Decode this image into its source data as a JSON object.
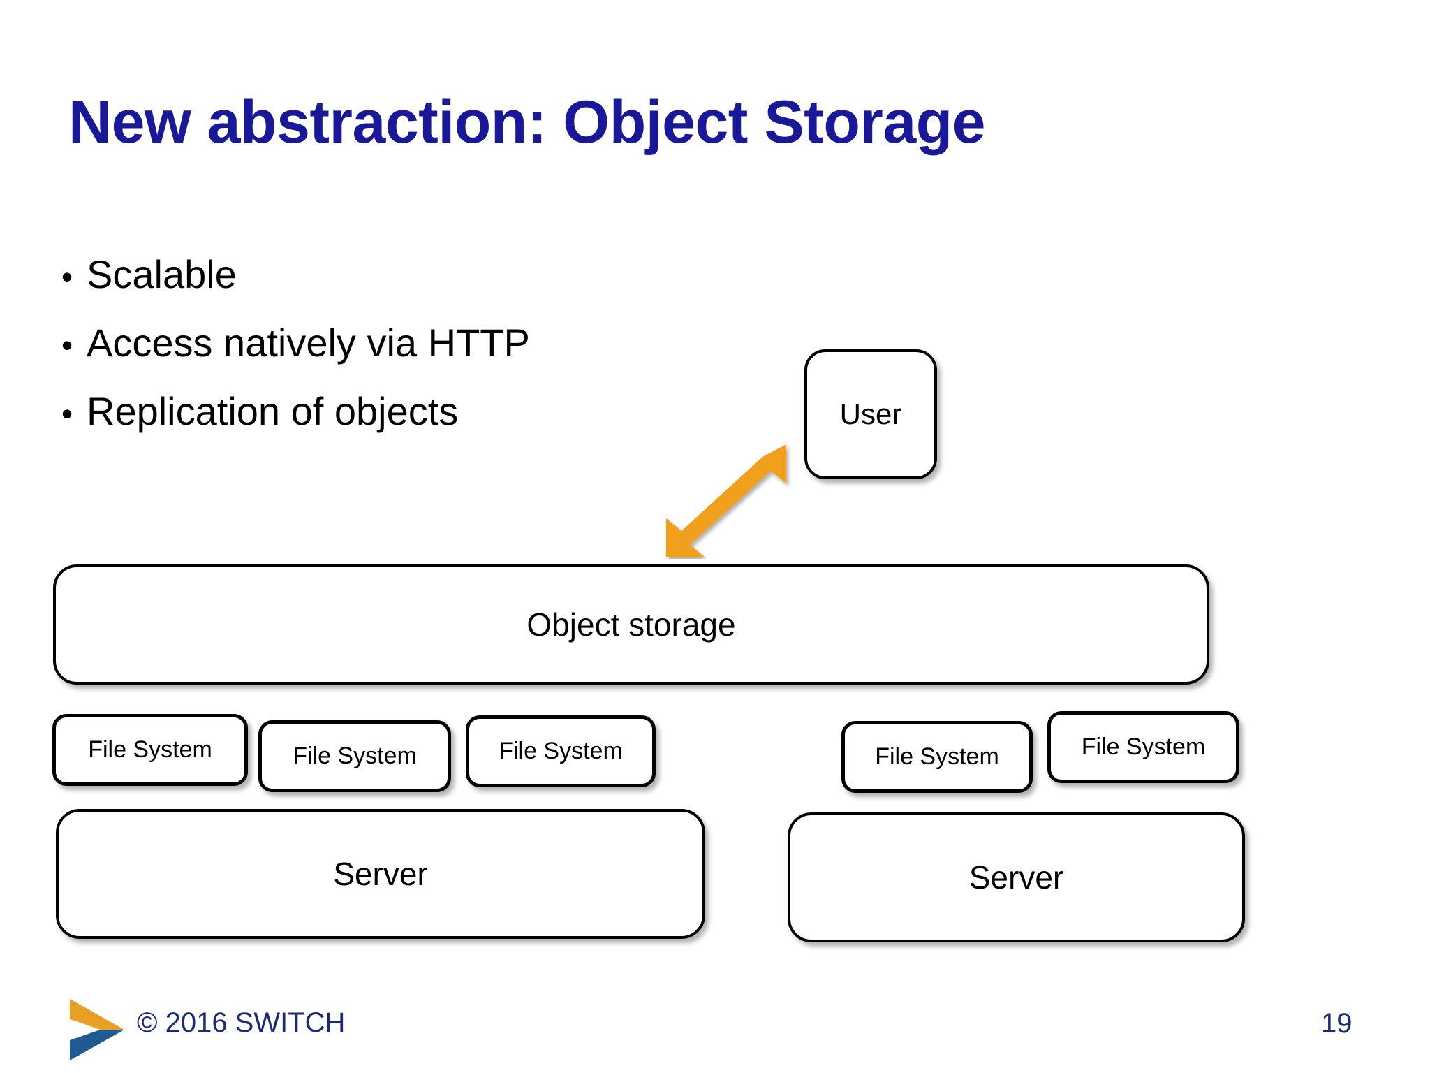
{
  "slide": {
    "title": "New abstraction: Object Storage",
    "background_color": "#ffffff",
    "title_color": "#181899",
    "accent_color": "#F0A01E"
  },
  "bullets": [
    {
      "marker": "•",
      "text": "Scalable"
    },
    {
      "marker": "•",
      "text": "Access natively via HTTP"
    },
    {
      "marker": "•",
      "text": "Replication of objects"
    }
  ],
  "diagram": {
    "user_box": {
      "label": "User"
    },
    "object_storage_box": {
      "label": "Object storage"
    },
    "file_systems": [
      {
        "label": "File System"
      },
      {
        "label": "File System"
      },
      {
        "label": "File System"
      },
      {
        "label": "File System"
      },
      {
        "label": "File System"
      }
    ],
    "servers": [
      {
        "label": "Server"
      },
      {
        "label": "Server"
      }
    ],
    "connector": {
      "name": "double-headed-arrow",
      "color": "#F0A01E",
      "from": "Object storage",
      "to": "User"
    }
  },
  "footer": {
    "logo_name": "switch-chevron-logo",
    "logo_colors": {
      "top": "#E8A024",
      "bottom": "#1F5B92"
    },
    "copyright": "© 2016 SWITCH",
    "page_number": "19",
    "text_color": "#1b2a74"
  }
}
